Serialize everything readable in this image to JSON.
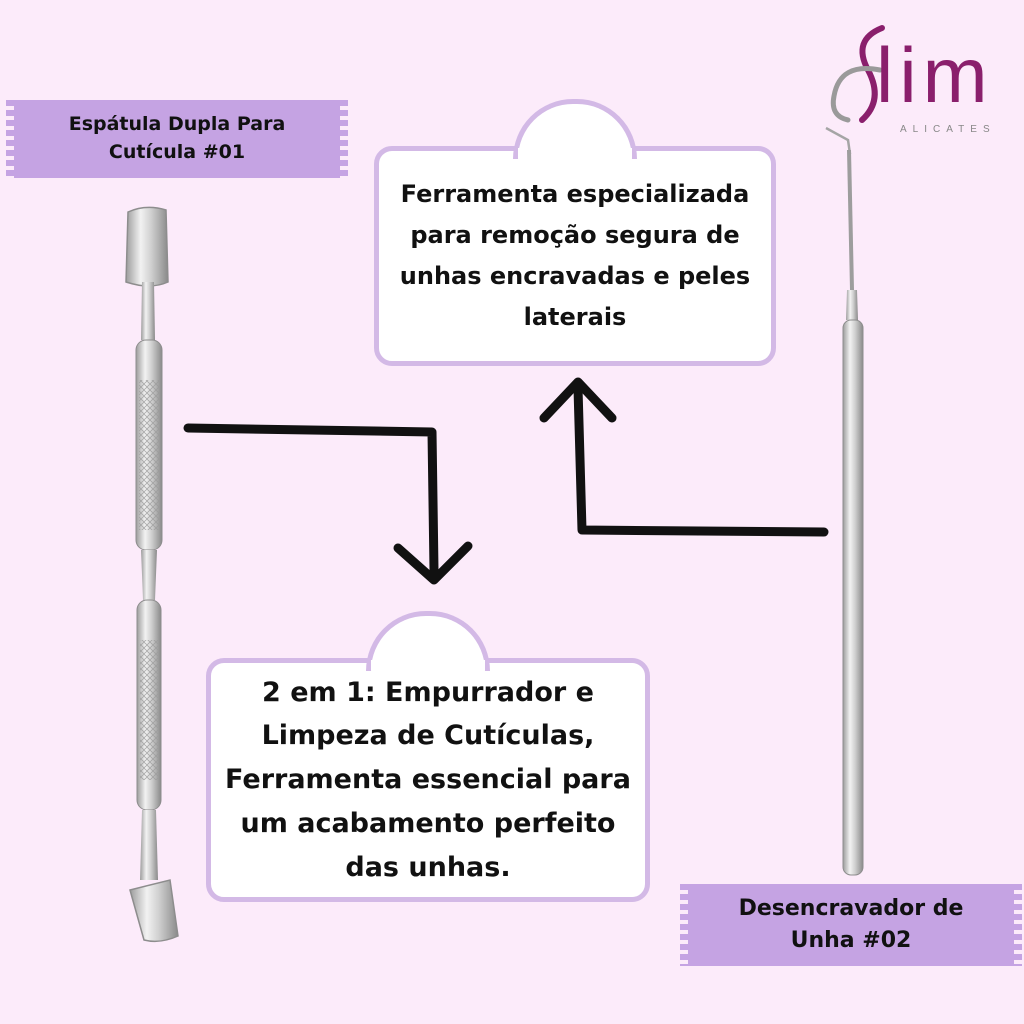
{
  "logo": {
    "text": "lim",
    "subtitle": "ALICATES",
    "icon": "s-swoosh-logo-icon",
    "colors": {
      "primary": "#8a1f6c",
      "secondary": "#9a9a9a"
    }
  },
  "product_01": {
    "label": "Espátula Dupla Para\nCutícula #01",
    "icon": "double-cuticle-spatula-icon"
  },
  "product_02": {
    "label": "Desencravador de\nUnha #02",
    "icon": "ingrown-nail-tool-icon"
  },
  "bubble_top": {
    "text": "Ferramenta especializada\npara remoção segura de\nunhas encravadas e peles\nlaterais"
  },
  "bubble_bottom": {
    "text": "2 em 1: Empurrador e\nLimpeza de Cutículas,\nFerramenta essencial para\num acabamento perfeito\ndas unhas."
  },
  "colors": {
    "background": "#fcebfa",
    "label_band": "#c5a3e3",
    "bubble_border": "#d3b9e6",
    "arrow": "#111111"
  }
}
